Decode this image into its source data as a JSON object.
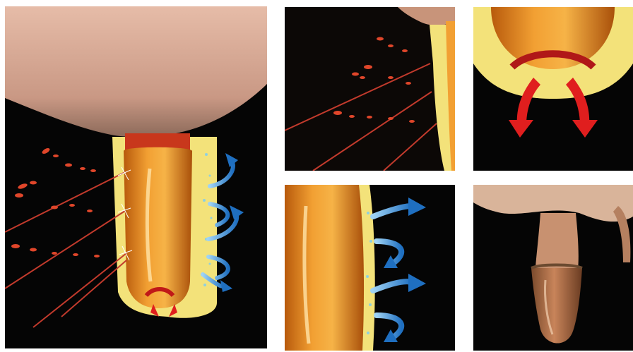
{
  "figure": {
    "panels": [
      {
        "id": "main",
        "subject": "teat-with-teat-dip-film-and-arrows"
      },
      {
        "id": "top-left",
        "subject": "dip-film-blocking-bacteria"
      },
      {
        "id": "top-right",
        "subject": "teat-canal-closure-arrows"
      },
      {
        "id": "bottom-left",
        "subject": "breathable-film-moisture-arrows"
      },
      {
        "id": "bottom-right",
        "subject": "photo-teat-with-dried-film"
      }
    ],
    "colors": {
      "background": "#050505",
      "teat_orange": "#e8891c",
      "film_yellow": "#f3e27a",
      "bacteria_red": "#d8342a",
      "moisture_blue": "#3a8fd6",
      "skin": "#d9a890"
    }
  }
}
